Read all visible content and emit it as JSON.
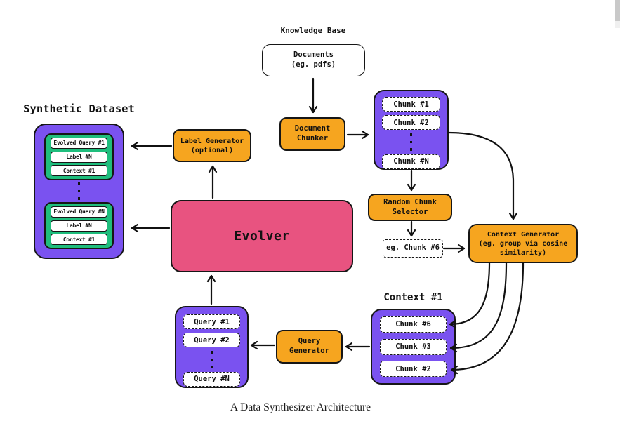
{
  "headings": {
    "knowledge_base": "Knowledge Base",
    "synthetic_dataset": "Synthetic Dataset",
    "context_1": "Context #1"
  },
  "nodes": {
    "documents": {
      "lines": [
        "Documents",
        "(eg. pdfs)"
      ]
    },
    "document_chunker": {
      "lines": [
        "Document",
        "Chunker"
      ]
    },
    "random_chunk_selector": {
      "lines": [
        "Random Chunk",
        "Selector"
      ]
    },
    "example_chunk": {
      "label": "eg. Chunk #6"
    },
    "context_generator": {
      "lines": [
        "Context Generator",
        "(eg. group via cosine",
        "similarity)"
      ]
    },
    "query_generator": {
      "lines": [
        "Query",
        "Generator"
      ]
    },
    "evolver": {
      "label": "Evolver"
    },
    "label_generator": {
      "lines": [
        "Label Generator",
        "(optional)"
      ]
    }
  },
  "groups": {
    "chunk_list": {
      "items": [
        "Chunk #1",
        "Chunk #2"
      ],
      "last_item": "Chunk #N"
    },
    "context_1": {
      "items": [
        "Chunk #6",
        "Chunk #3",
        "Chunk #2"
      ]
    },
    "query_list": {
      "items": [
        "Query #1",
        "Query #2"
      ],
      "last_item": "Query #N"
    },
    "synthetic_dataset": {
      "records": [
        {
          "fields": [
            "Evolved Query #1",
            "Label #N",
            "Context #1"
          ]
        },
        {
          "fields": [
            "Evolved Query #N",
            "Label #N",
            "Context #1"
          ]
        }
      ]
    }
  },
  "caption": "A Data Synthesizer Architecture",
  "colors": {
    "purple": "#7A52F0",
    "orange": "#F6A51F",
    "pink": "#E85380",
    "green": "#1FBE7D",
    "border": "#161616"
  }
}
